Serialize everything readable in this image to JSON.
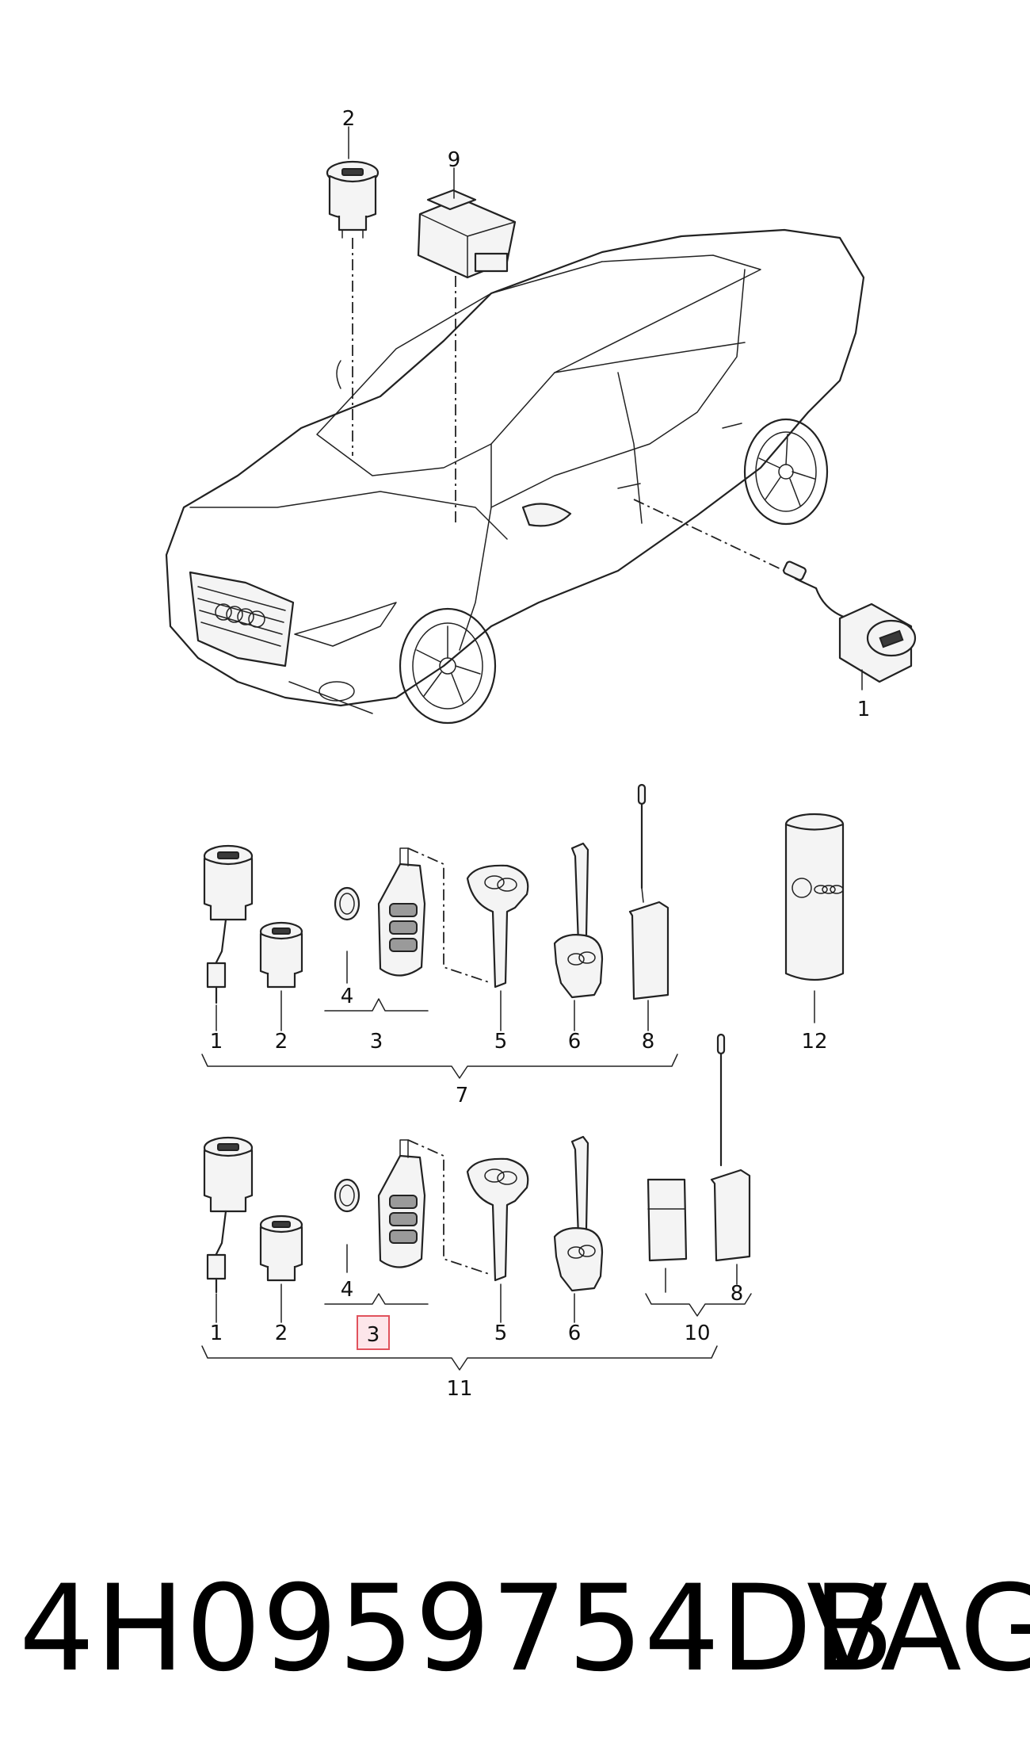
{
  "callouts": {
    "top_2": "2",
    "top_9": "9",
    "top_1": "1",
    "g1_1": "1",
    "g1_2": "2",
    "g1_4": "4",
    "g1_3": "3",
    "g1_5": "5",
    "g1_6": "6",
    "g1_8": "8",
    "g1_7": "7",
    "g1_12": "12",
    "g2_1": "1",
    "g2_2": "2",
    "g2_4": "4",
    "g2_3": "3",
    "g2_5": "5",
    "g2_6": "6",
    "g2_8": "8",
    "g2_10": "10",
    "g2_11": "11"
  },
  "highlighted_callout": "3",
  "colors": {
    "highlight_fill": "#fde6ea",
    "highlight_stroke": "#e0525c",
    "ink": "#222222"
  },
  "footer": {
    "part_number": "4H0959754DB",
    "brand": "VAG"
  }
}
